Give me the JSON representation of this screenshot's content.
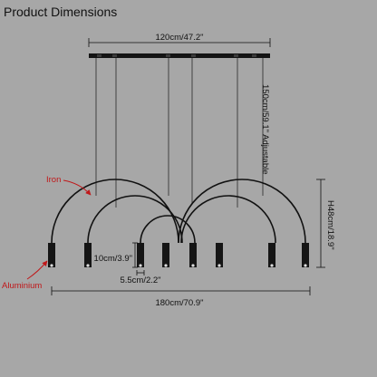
{
  "title": "Product Dimensions",
  "dimensions": {
    "canopy_length": "120cm/47.2\"",
    "suspension_length": "150cm/59.1\" Adjustable",
    "overall_length": "180cm/70.9\"",
    "height": "H48cm/18.9\"",
    "shade_height": "10cm/3.9\"",
    "shade_diameter": "5.5cm/2.2\""
  },
  "materials": {
    "frame": "Iron",
    "shade": "Aluminium"
  },
  "colors": {
    "background": "#a7a7a7",
    "line": "#111111",
    "material_label": "#c0181a"
  }
}
